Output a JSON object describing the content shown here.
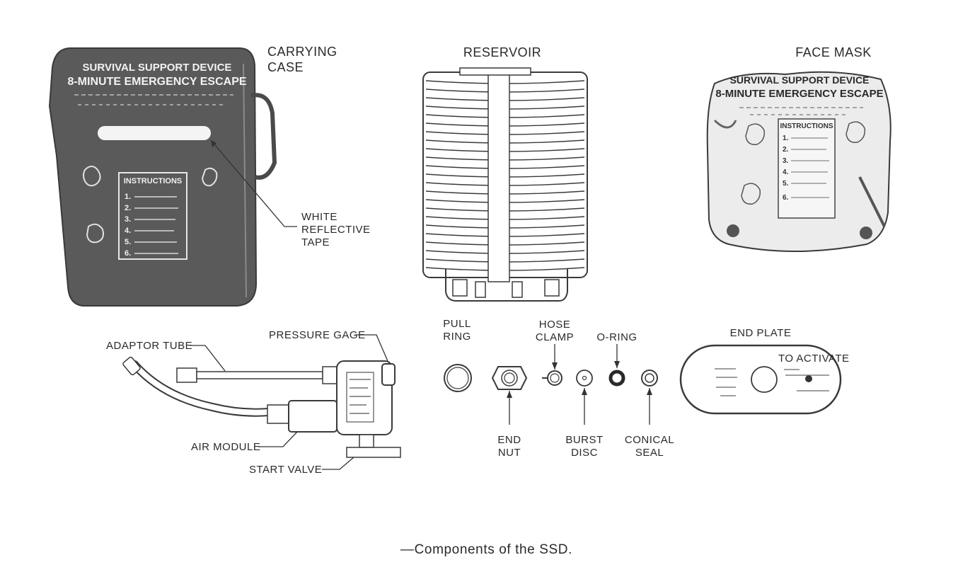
{
  "labels": {
    "carrying_case_1": "CARRYING",
    "carrying_case_2": "CASE",
    "reservoir": "RESERVOIR",
    "face_mask": "FACE MASK",
    "white_reflective_1": "WHITE",
    "white_reflective_2": "REFLECTIVE",
    "white_reflective_3": "TAPE",
    "adaptor_tube": "ADAPTOR TUBE",
    "pressure_gage": "PRESSURE GAGE",
    "air_module": "AIR MODULE",
    "start_valve": "START VALVE",
    "pull_ring_1": "PULL",
    "pull_ring_2": "RING",
    "end_nut_1": "END",
    "end_nut_2": "NUT",
    "hose_clamp_1": "HOSE",
    "hose_clamp_2": "CLAMP",
    "burst_disc_1": "BURST",
    "burst_disc_2": "DISC",
    "o_ring": "O-RING",
    "conical_seal_1": "CONICAL",
    "conical_seal_2": "SEAL",
    "end_plate": "END PLATE"
  },
  "carrying_case": {
    "line1": "SURVIVAL SUPPORT DEVICE",
    "line2": "8-MINUTE EMERGENCY ESCAPE",
    "instructions_title": "INSTRUCTIONS",
    "steps": [
      "1.",
      "2.",
      "3.",
      "4.",
      "5.",
      "6."
    ]
  },
  "face_mask": {
    "line1": "SURVIVAL SUPPORT DEVICE",
    "line2": "8-MINUTE EMERGENCY ESCAPE",
    "instructions_title": "INSTRUCTIONS",
    "steps": [
      "1.",
      "2.",
      "3.",
      "4.",
      "5.",
      "6."
    ]
  },
  "end_plate": {
    "activate": "TO ACTIVATE"
  },
  "caption": "—Components of the SSD.",
  "colors": {
    "case_fill": "#5a5a5a",
    "mask_fill": "#ececec",
    "ink": "#2a2a2a"
  }
}
